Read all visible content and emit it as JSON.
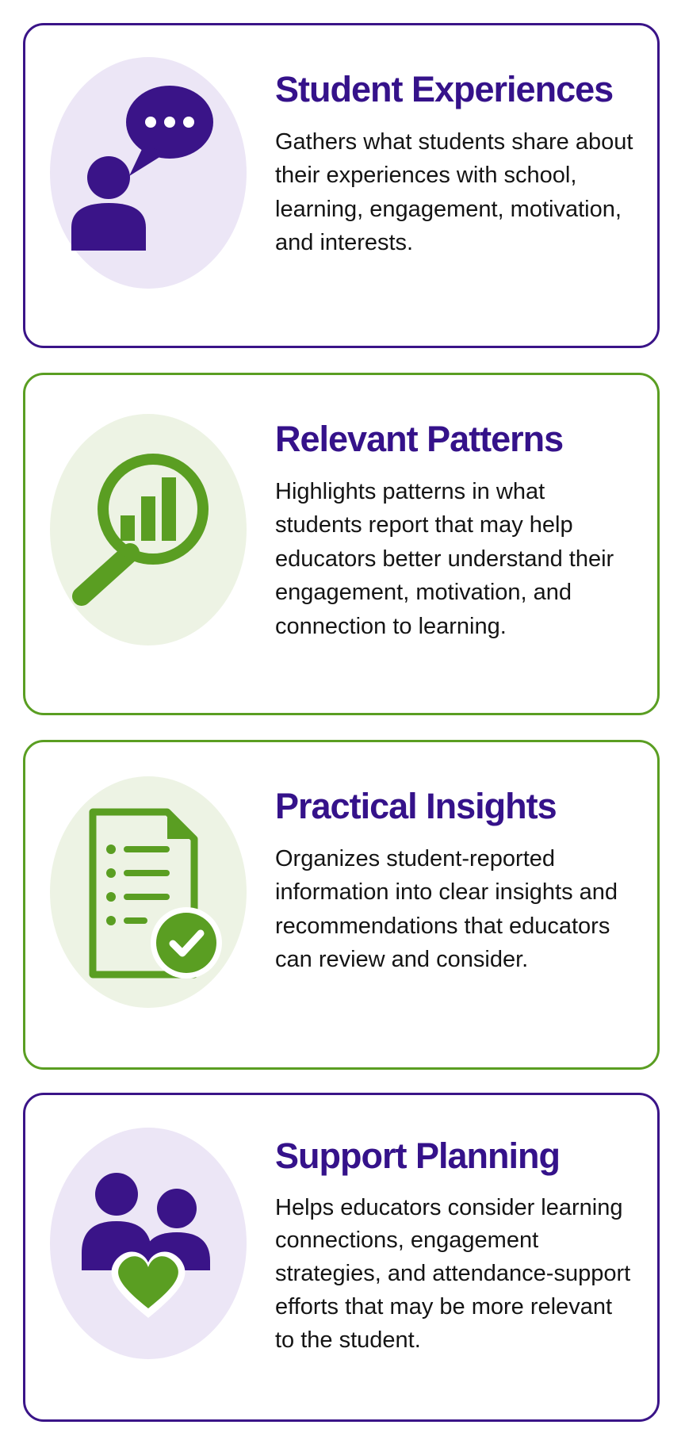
{
  "cards": [
    {
      "title": "Student Experiences",
      "description": "Gathers what students share about their experiences with school, learning, engagement, motivation, and interests.",
      "icon": "student-chat-icon",
      "border_color": "#3a1488",
      "icon_bg": "#ece6f6"
    },
    {
      "title": "Relevant Patterns",
      "description": "Highlights patterns in what students report that may help educators better understand their engagement, motivation, and connection to learning.",
      "icon": "magnifier-chart-icon",
      "border_color": "#5a9e22",
      "icon_bg": "#edf3e4"
    },
    {
      "title": "Practical Insights",
      "description": "Organizes student-reported information into clear insights and recommendations that educators can review and consider.",
      "icon": "document-checklist-icon",
      "border_color": "#5a9e22",
      "icon_bg": "#edf3e4"
    },
    {
      "title": "Support Planning",
      "description": "Helps educators consider learning connections, engagement strategies, and attendance-support efforts that may be more relevant to the student.",
      "icon": "people-heart-icon",
      "border_color": "#3a1488",
      "icon_bg": "#ece6f6"
    }
  ],
  "colors": {
    "primary_purple": "#35128a",
    "accent_green": "#5a9e22",
    "text": "#141414"
  }
}
